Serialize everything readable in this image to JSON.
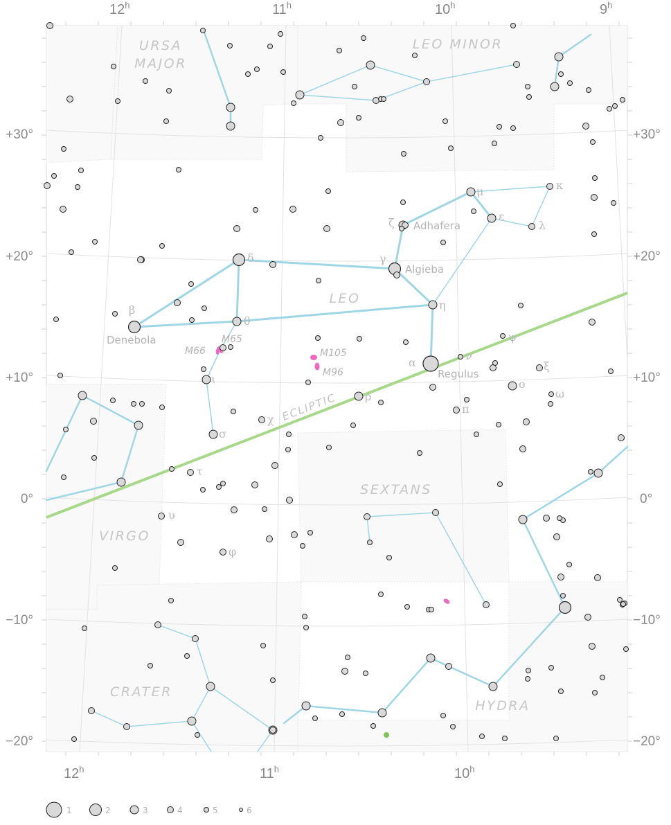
{
  "ra_labels_top": [
    {
      "text": "12",
      "sup": "h"
    },
    {
      "text": "11",
      "sup": "h"
    },
    {
      "text": "10",
      "sup": "h"
    },
    {
      "text": "9",
      "sup": "h"
    }
  ],
  "ra_labels_bottom": [
    {
      "text": "12",
      "sup": "h"
    },
    {
      "text": "11",
      "sup": "h"
    },
    {
      "text": "10",
      "sup": "h"
    }
  ],
  "dec_labels": [
    "+30°",
    "+20°",
    "+10°",
    "0°",
    "−10°",
    "−20°"
  ],
  "constellation_names": [
    {
      "id": "ursa-major-1",
      "text": "URSA"
    },
    {
      "id": "ursa-major-2",
      "text": "MAJOR"
    },
    {
      "id": "leo-minor",
      "text": "LEO MINOR"
    },
    {
      "id": "leo",
      "text": "LEO"
    },
    {
      "id": "sextans",
      "text": "SEXTANS"
    },
    {
      "id": "virgo",
      "text": "VIRGO"
    },
    {
      "id": "crater",
      "text": "CRATER"
    },
    {
      "id": "hydra",
      "text": "HYDRA"
    }
  ],
  "star_names": [
    "Denebola",
    "Algieba",
    "Adhafera",
    "Regulus"
  ],
  "greek_letters": [
    "β",
    "δ",
    "θ",
    "γ",
    "ζ",
    "η",
    "α",
    "μ",
    "ε",
    "κ",
    "λ",
    "ι",
    "σ",
    "τ",
    "υ",
    "φ",
    "χ",
    "ρ",
    "ψ",
    "ν",
    "ξ",
    "ο",
    "ω",
    "π"
  ],
  "dso_labels": [
    "M66",
    "M65",
    "M105",
    "M96"
  ],
  "ecliptic_label": "ECLIPTIC",
  "legend_magnitudes": [
    "1",
    "2",
    "3",
    "4",
    "5",
    "6"
  ],
  "colors": {
    "constellation_line": "#9ed6e6",
    "ecliptic": "#a8d88a",
    "galaxy": "#ee6abf",
    "cluster": "#7bc657",
    "star_fill": "#d9d9d9",
    "star_stroke": "#222222",
    "grid": "#e2e2e2"
  }
}
